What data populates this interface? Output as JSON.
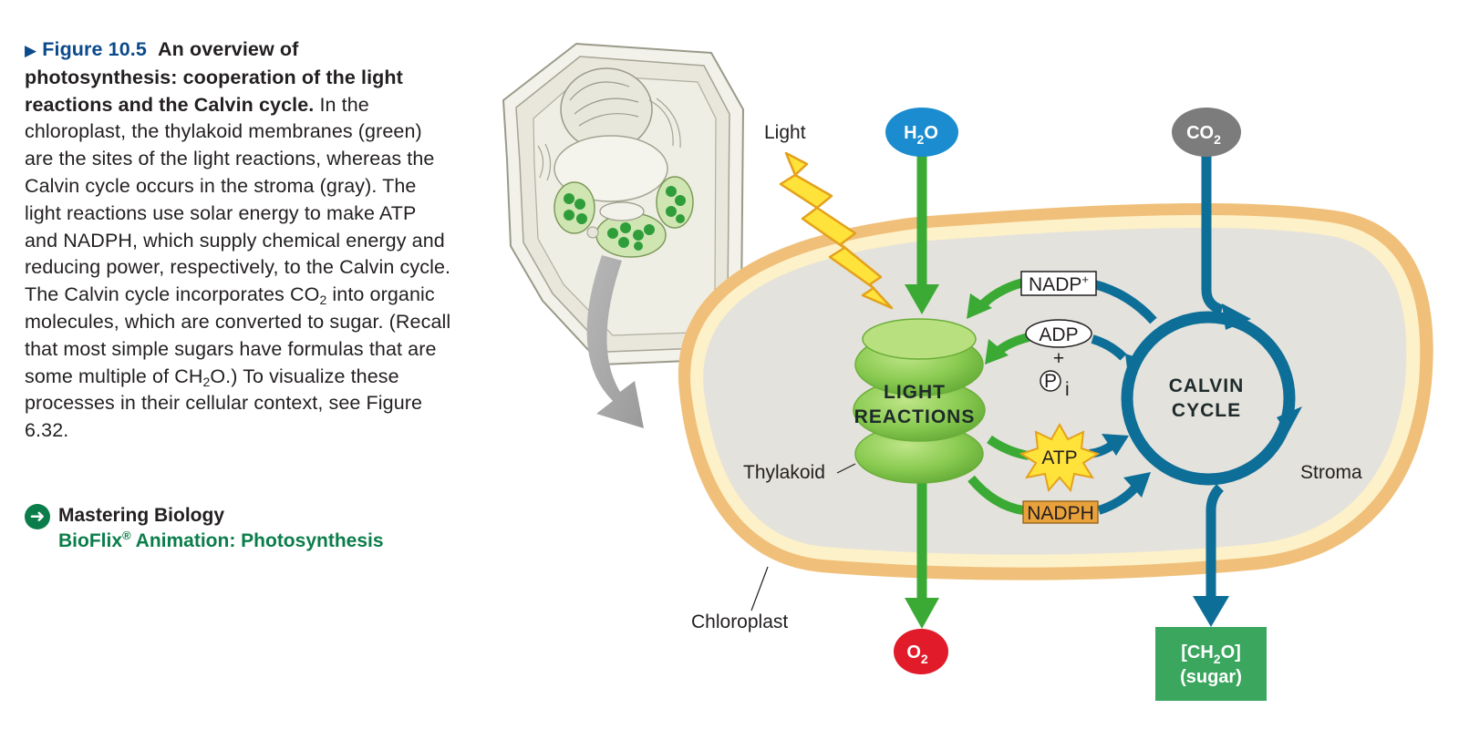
{
  "caption": {
    "figure_number": "Figure 10.5",
    "title": "An overview of photosynthesis: cooperation of the light reactions and the Calvin cycle.",
    "body_1": "In the chloroplast, the thylakoid membranes (green) are the sites of the light reactions, whereas the Calvin cycle occurs in the stroma (gray). The light reactions use solar energy to make ATP and NADPH, which supply chemical energy and reducing power, respectively, to the Calvin cycle. The Calvin cycle incorporates CO",
    "body_1_sub": "2",
    "body_2": " into organic molecules, which are converted to sugar. (Recall that most simple sugars have formulas that are some multiple of CH",
    "body_2_sub": "2",
    "body_3": "O.) To visualize these processes in their cellular context, see Figure 6.32."
  },
  "mastering": {
    "title": "Mastering Biology",
    "link_prefix": "BioFlix",
    "link_mark": "®",
    "link_suffix": " Animation: Photosynthesis"
  },
  "diagram": {
    "light_label": "Light",
    "h2o": {
      "main": "H",
      "sub": "2",
      "tail": "O"
    },
    "co2": {
      "main": "CO",
      "sub": "2"
    },
    "o2": {
      "main": "O",
      "sub": "2"
    },
    "nadp": {
      "main": "NADP",
      "sup": "+"
    },
    "adp": "ADP",
    "plus": "+",
    "pi": {
      "main": "P",
      "sub": "i"
    },
    "atp": "ATP",
    "nadph": "NADPH",
    "light_reactions": [
      "LIGHT",
      "REACTIONS"
    ],
    "calvin_cycle": [
      "CALVIN",
      "CYCLE"
    ],
    "thylakoid_label": "Thylakoid",
    "stroma_label": "Stroma",
    "chloroplast_label": "Chloroplast",
    "sugar": {
      "pre": "[CH",
      "sub": "2",
      "post": "O]",
      "line2": "(sugar)"
    }
  },
  "colors": {
    "green_arrow": "#3aaa35",
    "blue_arrow": "#0d6e98",
    "h2o_blue": "#1a8ccf",
    "co2_gray": "#7c7c7c",
    "o2_red": "#e11b2a",
    "sugar_green": "#3aa65e",
    "stroma": "#e4e2dc",
    "envelope": "#f2c587",
    "lightning": "#ffe23a",
    "nadph_box": "#e9a23b",
    "caption_blue": "#0b4a8b",
    "mastering_green": "#0b7d4a"
  }
}
